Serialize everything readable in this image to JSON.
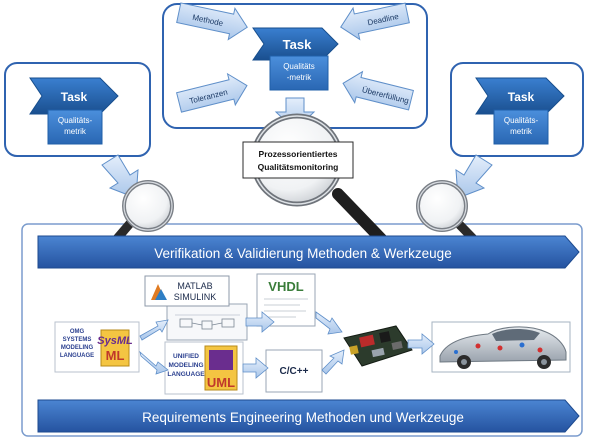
{
  "top_box": {
    "task": "Task",
    "metric": [
      "Qualitäts",
      "-metrik"
    ],
    "arrows": {
      "methode": "Methode",
      "deadline": "Deadline",
      "toleranzen": "Toleranzen",
      "uebererfuellung": "Übererfüllung"
    }
  },
  "left_box": {
    "task": "Task",
    "metric": [
      "Qualitäts-",
      "metrik"
    ]
  },
  "right_box": {
    "task": "Task",
    "metric": [
      "Qualitäts-",
      "metrik"
    ]
  },
  "monitoring_label": [
    "Prozessorientiertes",
    "Qualitätsmonitoring"
  ],
  "banner_top": "Verifikation & Validierung Methoden & Werkzeuge",
  "banner_bottom": "Requirements Engineering Methoden und Werkzeuge",
  "tools": {
    "sysml": {
      "small": [
        "OMG",
        "SYSTEMS",
        "MODELING",
        "LANGUAGE"
      ],
      "logo": "SysML"
    },
    "matlab": [
      "MATLAB",
      "SIMULINK"
    ],
    "vhdl": "VHDL",
    "uml": {
      "small": [
        "UNIFIED",
        "MODELING",
        "LANGUAGE"
      ],
      "logo": "UML"
    },
    "ccpp": "C/C++"
  },
  "colors": {
    "box_border": "#2f63b0",
    "task_fill": "#1f5fa8",
    "task_dark": "#174e8d",
    "metric_fill": "#3b7ed0",
    "arrow_fill": "#c9dcf2",
    "arrow_stroke": "#5f8fc9",
    "banner_fill": "#2f62b5",
    "panel_fill": "#ffffff"
  }
}
